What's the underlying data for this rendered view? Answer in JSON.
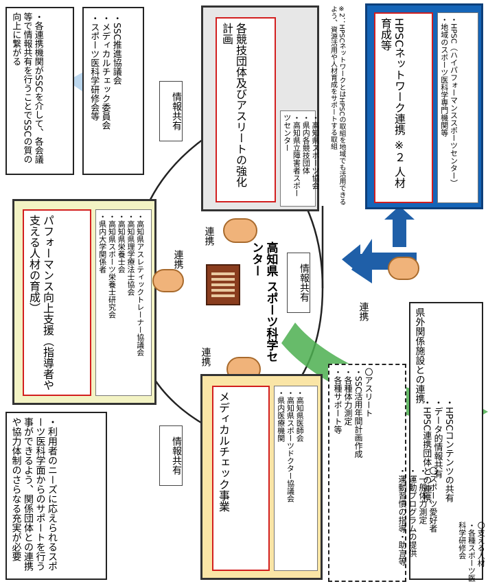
{
  "top_note": "・各連携機関がSSCを介して、各会議等で情報共有を行うことでSSCの質の向上に繋がる",
  "committees": [
    "・SSC推進協議会",
    "・メディカルチェック委員会",
    "・スポーツ医科学研修会等"
  ],
  "label_info_share": "情報共有",
  "label_renkei": "連携",
  "athlete_box": {
    "title": "各競技団体及びアスリートの強化計画",
    "items": [
      "・高知県スポーツ協会",
      "・県内各競技団体",
      "・高知県立障害者スポーツセンター"
    ]
  },
  "hpsc_box": {
    "note": "※2：HPSCネットワークとはHPSCの取組を地域でも活用できるよう、資源活用や人材育成をサポートする取組",
    "title": "HPSCネットワーク連携 ※２ 人材育成等",
    "items": [
      "・HPSC（ハイパフォーマンススポーツセンター）",
      "・地域のスポーツ医科学専門機関等"
    ]
  },
  "performance_box": {
    "title": "パフォーマンス向上支援（指導者や支える人材の育成）",
    "items": [
      "・高知県アスレティックトレーナー協議会",
      "・高知県理学療法士協会",
      "・高知県栄養士会",
      "・高知県スポーツ栄養士研究会",
      "・県内大学関係者"
    ]
  },
  "center": {
    "title": "高知県 スポーツ科学センター"
  },
  "medical_box": {
    "title": "メディカルチェック事業",
    "items": [
      "・高知県医師会",
      "・高知県スポーツドクター協議会",
      "・県内医療機関"
    ]
  },
  "left_note": "・利用者のニーズに応えられるスポーツ医科学面からのサポートを行う事ができるよう、関係団体との連携や協力体制のさらなる充実が必要",
  "prefecture_facilities": {
    "title": "県外関係施設との連携",
    "items": [
      "・HPSCコンテンツの共有",
      "・データ的情報共有",
      "・HPSC連携団体との連携"
    ]
  },
  "athlete_services": {
    "header": "〇アスリート",
    "items": [
      "・SSC活用年間計画作成",
      "・各種体力測定",
      "・各種サポート等"
    ]
  },
  "sports_lovers": {
    "header": "〇スポーツ愛好者",
    "items": [
      "・一般体力測定",
      "・運動プログラムの提供",
      "・運動習慣の指導・助言等"
    ]
  },
  "supporters": {
    "header": "〇支える人材",
    "items": [
      "・各種スポーツ医科学研修会"
    ]
  },
  "colors": {
    "red": "#d21e1e",
    "hpsc_blue": "#1565b8",
    "arrow_blue": "#1f5fa8",
    "green": "#4caf50",
    "yellow_bg": "#f3f3c4",
    "orange_bg": "#fae5a6",
    "grey_bg": "#e7e7e7"
  }
}
